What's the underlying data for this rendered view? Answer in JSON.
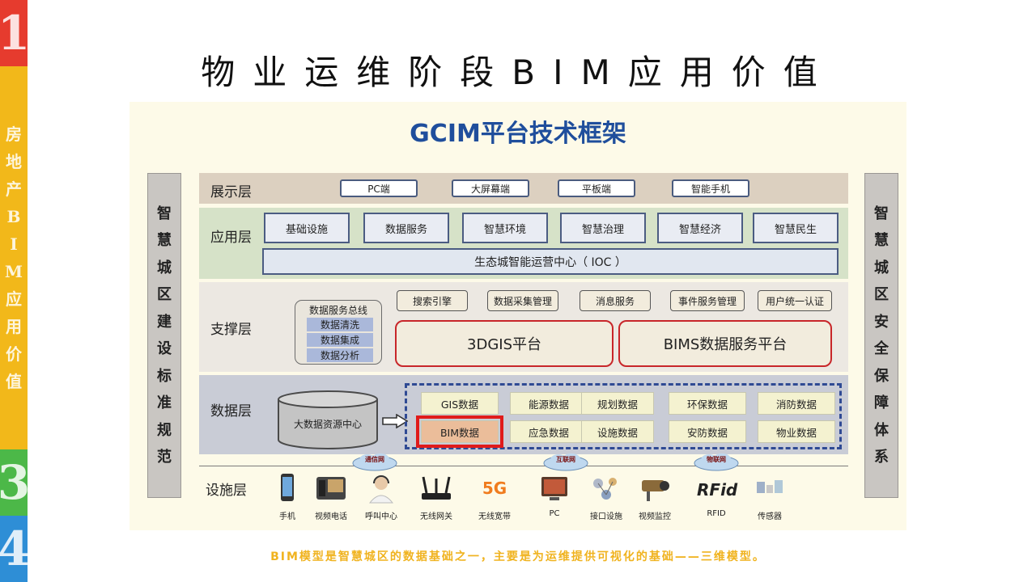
{
  "section_strip": {
    "num1": "1",
    "vertical_text": [
      "房",
      "地",
      "产",
      "B",
      "I",
      "M",
      "应",
      "用",
      "价",
      "值"
    ],
    "num3": "3",
    "num4": "4"
  },
  "title": "物业运维阶段BIM应用价值",
  "diagram": {
    "title": "GCIM平台技术框架",
    "left_column": [
      "智",
      "慧",
      "城",
      "区",
      "建",
      "设",
      "标",
      "准",
      "规",
      "范"
    ],
    "right_column": [
      "智",
      "慧",
      "城",
      "区",
      "安",
      "全",
      "保",
      "障",
      "体",
      "系"
    ],
    "layers": {
      "show": {
        "label": "展示层",
        "items": [
          "PC端",
          "大屏幕端",
          "平板端",
          "智能手机"
        ]
      },
      "app": {
        "label": "应用层",
        "items": [
          "基础设施",
          "数据服务",
          "智慧环境",
          "智慧治理",
          "智慧经济",
          "智慧民生"
        ],
        "bar": "生态城智能运营中心（ IOC ）"
      },
      "support": {
        "label": "支撑层",
        "bus": {
          "title": "数据服务总线",
          "items": [
            "数据清洗",
            "数据集成",
            "数据分析"
          ]
        },
        "services": [
          "搜索引擎",
          "数据采集管理",
          "消息服务",
          "事件服务管理",
          "用户统一认证"
        ],
        "platforms": [
          "3DGIS平台",
          "BIMS数据服务平台"
        ]
      },
      "data": {
        "label": "数据层",
        "center": "大数据资源中心",
        "row1": [
          "GIS数据",
          "能源数据",
          "规划数据",
          "环保数据",
          "消防数据"
        ],
        "row2": [
          "BIM数据",
          "应急数据",
          "设施数据",
          "安防数据",
          "物业数据"
        ]
      },
      "infra": {
        "label": "设施层",
        "clouds": [
          "通信网",
          "互联网",
          "物联网"
        ],
        "rfid_mark": "RFid",
        "devices": [
          "手机",
          "视频电话",
          "呼叫中心",
          "无线网关",
          "无线宽带",
          "PC",
          "接口设施",
          "视频监控",
          "RFID",
          "传感器"
        ],
        "five_g": "5G"
      }
    }
  },
  "caption": "BIM模型是智慧城区的数据基础之一，主要是为运维提供可视化的基础——三维模型。",
  "colors": {
    "title_blue": "#1f4e9c",
    "highlight_red": "#e01b1b",
    "caption_gold": "#f0b31f"
  }
}
